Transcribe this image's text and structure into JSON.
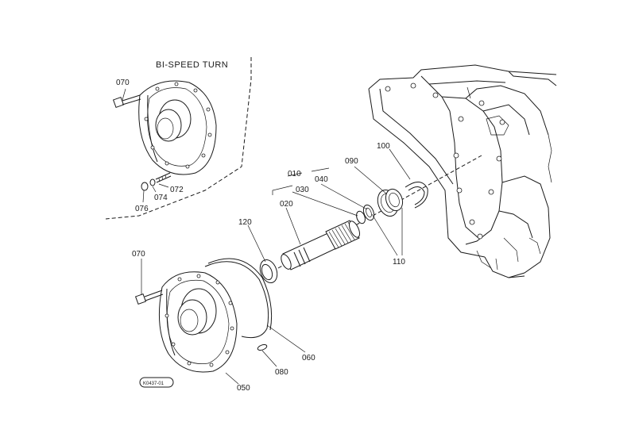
{
  "inset": {
    "title": "BI-SPEED TURN"
  },
  "labels": {
    "p010": "010",
    "p020": "020",
    "p030": "030",
    "p040": "040",
    "p050": "050",
    "p060": "060",
    "p070_inset": "070",
    "p070_main": "070",
    "p072": "072",
    "p074": "074",
    "p076": "076",
    "p080": "080",
    "p090": "090",
    "p100": "100",
    "p110": "110",
    "p120": "120"
  },
  "stamp": "K0437-01",
  "colors": {
    "ink": "#1a1a1a",
    "paper": "#ffffff"
  }
}
